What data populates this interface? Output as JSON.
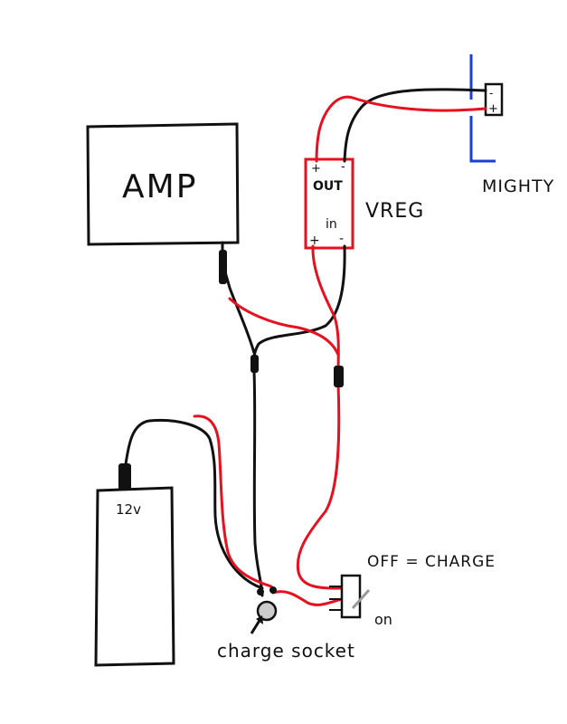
{
  "labels": {
    "amp": "AMP",
    "vreg": "VREG",
    "vreg_out": "OUT",
    "vreg_in": "in",
    "plus": "+",
    "minus": "-",
    "battery": "12v",
    "mighty": "MIGHTY",
    "switch_off": "OFF = CHARGE",
    "switch_on": "on",
    "charge_socket": "charge socket"
  },
  "colors": {
    "positive_wire": "#e8101e",
    "negative_wire": "#111111",
    "mighty_wire": "#1a3fd6"
  }
}
